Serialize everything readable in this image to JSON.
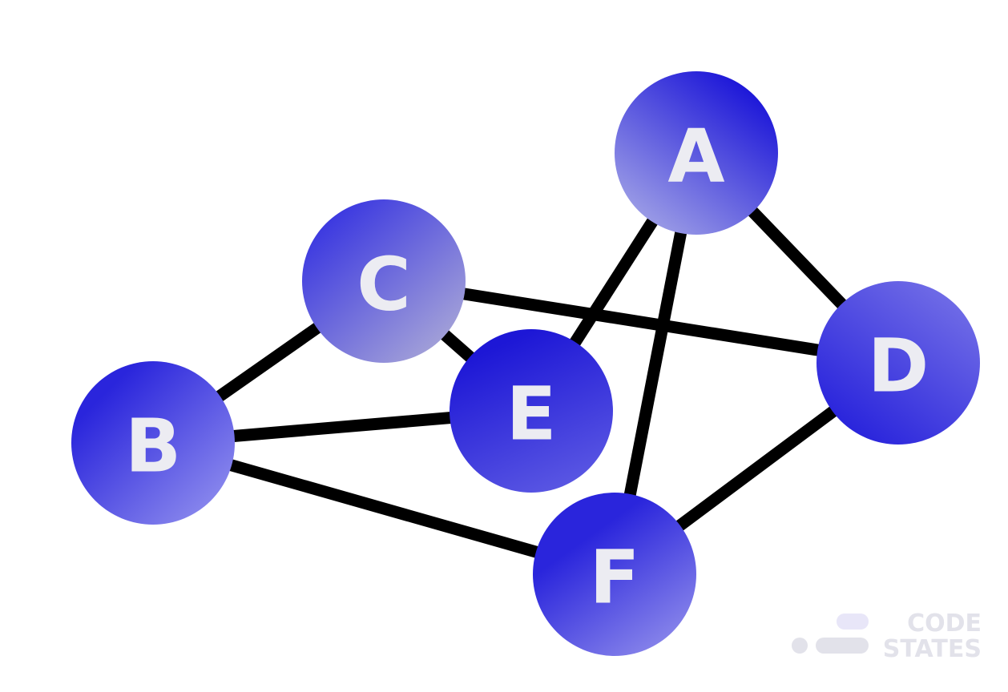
{
  "graph": {
    "nodes": [
      {
        "id": "A",
        "label": "A",
        "gradient": [
          "#1a14d8",
          "#9d9ee6"
        ]
      },
      {
        "id": "C",
        "label": "C",
        "gradient": [
          "#3d3ae0",
          "#a3a1d8"
        ]
      },
      {
        "id": "E",
        "label": "E",
        "gradient": [
          "#1d17d6",
          "#5b58e3"
        ]
      },
      {
        "id": "D",
        "label": "D",
        "gradient": [
          "#2a25dc",
          "#6e6ae6"
        ]
      },
      {
        "id": "B",
        "label": "B",
        "gradient": [
          "#2a25dc",
          "#8583ec"
        ]
      },
      {
        "id": "F",
        "label": "F",
        "gradient": [
          "#2a25dc",
          "#8d8aeb"
        ]
      }
    ],
    "edges": [
      [
        "A",
        "E"
      ],
      [
        "A",
        "F"
      ],
      [
        "A",
        "D"
      ],
      [
        "C",
        "D"
      ],
      [
        "C",
        "E"
      ],
      [
        "C",
        "B"
      ],
      [
        "B",
        "E"
      ],
      [
        "B",
        "F"
      ],
      [
        "F",
        "D"
      ]
    ],
    "edge_color": "#000000"
  },
  "watermark": {
    "line1": "CODE",
    "line2": "STATES",
    "color": "#e2e2ea"
  }
}
